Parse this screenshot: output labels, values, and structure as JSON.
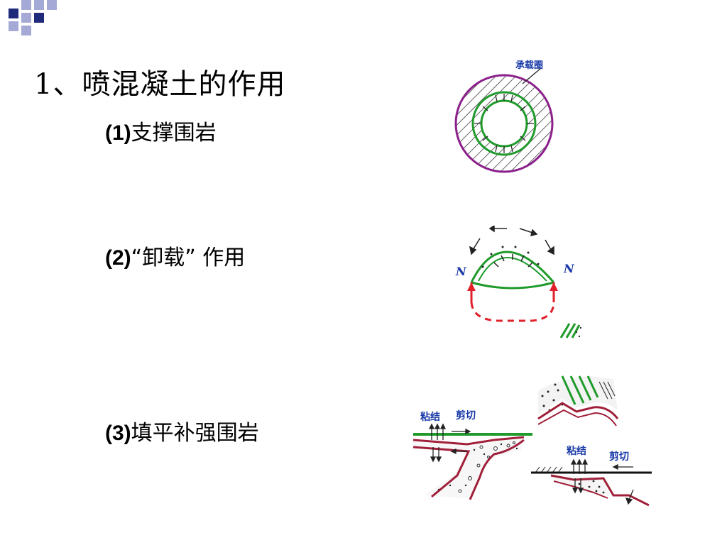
{
  "title": "1、喷混凝土的作用",
  "items": [
    {
      "num": "(1)",
      "text": "支撑围岩"
    },
    {
      "num": "(2)",
      "text": "“卸载” 作用"
    },
    {
      "num": "(3)",
      "text": "填平补强围岩"
    }
  ],
  "figures": {
    "ring_label": "承载圈",
    "arch_left_label": "N",
    "arch_right_label": "N",
    "bond_label_left": "粘结",
    "shear_label_left": "剪切",
    "bond_label_right": "粘结",
    "shear_label_right": "剪切"
  },
  "colors": {
    "accent_navy": "#1f2a7a",
    "accent_lavender": "#a5a9d6",
    "green": "#1f9a2b",
    "purple": "#8b1f8b",
    "red": "#e0202a",
    "crimson": "#a0203a",
    "blue_label": "#1a3aa8"
  }
}
